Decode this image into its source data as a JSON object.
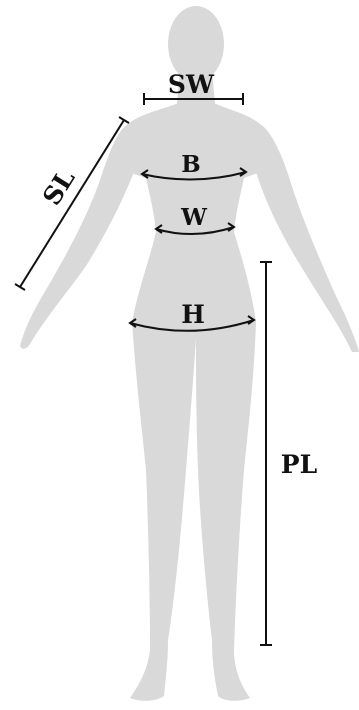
{
  "colors": {
    "background": "#ffffff",
    "silhouette": "#d9d9d9",
    "ink": "#111111"
  },
  "measurements": [
    {
      "id": "shoulder-width",
      "label": "SW"
    },
    {
      "id": "sleeve-length",
      "label": "SL"
    },
    {
      "id": "bust",
      "label": "B"
    },
    {
      "id": "waist",
      "label": "W"
    },
    {
      "id": "hip",
      "label": "H"
    },
    {
      "id": "pants-length",
      "label": "PL"
    }
  ]
}
